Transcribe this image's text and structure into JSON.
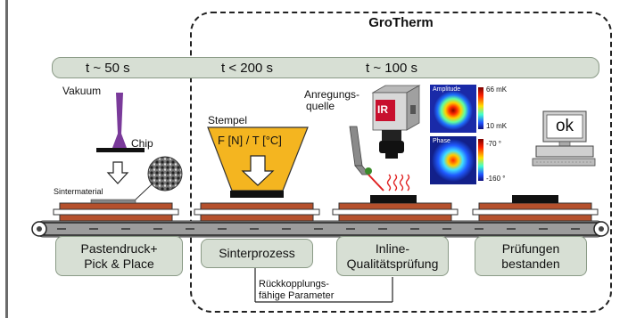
{
  "title": "GroTherm",
  "times": [
    "t ~ 50 s",
    "t < 200 s",
    "t ~ 100 s"
  ],
  "steps": [
    {
      "line1": "Pastendruck+",
      "line2": "Pick & Place"
    },
    {
      "line1": "Sinterprozess",
      "line2": ""
    },
    {
      "line1": "Inline-",
      "line2": "Qualitätsprüfung"
    },
    {
      "line1": "Prüfungen",
      "line2": "bestanden"
    }
  ],
  "labels": {
    "vakuum": "Vakuum",
    "chip": "Chip",
    "sintermaterial": "Sintermaterial",
    "stempel": "Stempel",
    "force_temp": "F [N] / T [°C]",
    "anregung_1": "Anregungs-",
    "anregung_2": "quelle",
    "ir": "IR",
    "ok": "ok",
    "feedback_1": "Rückkopplungs-",
    "feedback_2": "fähige Parameter"
  },
  "thermal": {
    "amplitude": "Amplitude",
    "amp_max": "66 mK",
    "amp_min": "10 mK",
    "phase": "Phase",
    "phase_max": "-70 °",
    "phase_min": "-160 °"
  },
  "colors": {
    "box_fill": "#d7dfd4",
    "copper": "#b5502c",
    "stamp": "#f4b520",
    "nozzle": "#7a3a9a",
    "laser": "#e02020"
  }
}
